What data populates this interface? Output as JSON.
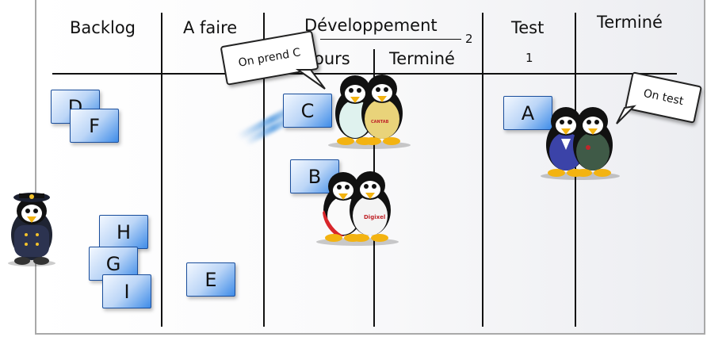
{
  "columns": {
    "backlog": "Backlog",
    "todo": "A faire",
    "dev": "Développement",
    "dev_wip": "2",
    "dev_in_progress": "ours",
    "dev_done": "Terminé",
    "test": "Test",
    "test_wip": "1",
    "done": "Terminé"
  },
  "cards": {
    "d": "D",
    "f": "F",
    "h": "H",
    "g": "G",
    "i": "I",
    "e": "E",
    "c": "C",
    "b": "B",
    "a": "A"
  },
  "bubbles": {
    "take_c": "On prend C",
    "on_test": "On test"
  },
  "jersey_texts": {
    "cantab": "CANTAB",
    "digiext": "Digixel"
  },
  "colors": {
    "card_blue": "#3f8ce8",
    "card_border": "#1a4e9c",
    "penguin_black": "#111111",
    "penguin_beak": "#f3b311"
  }
}
